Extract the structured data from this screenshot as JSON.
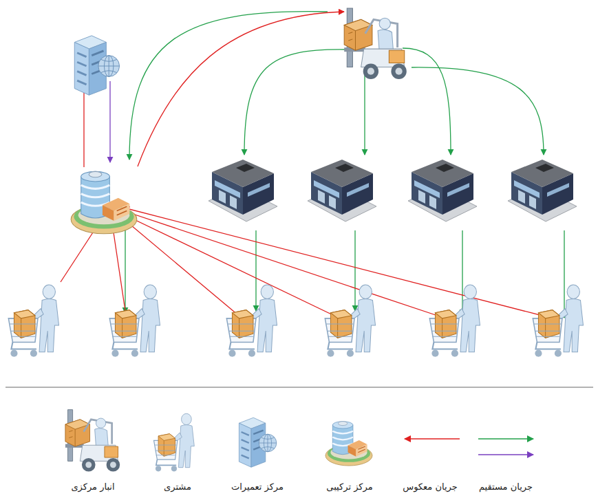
{
  "diagram": {
    "legend": [
      {
        "text": "جریان مستقیم"
      },
      {
        "text": "جریان معکوس"
      },
      {
        "text": "مرکز ترکیبی"
      },
      {
        "text": "مرکز تعمیرات"
      },
      {
        "text": "مشتری"
      },
      {
        "text": "انبار مرکزی"
      }
    ]
  }
}
